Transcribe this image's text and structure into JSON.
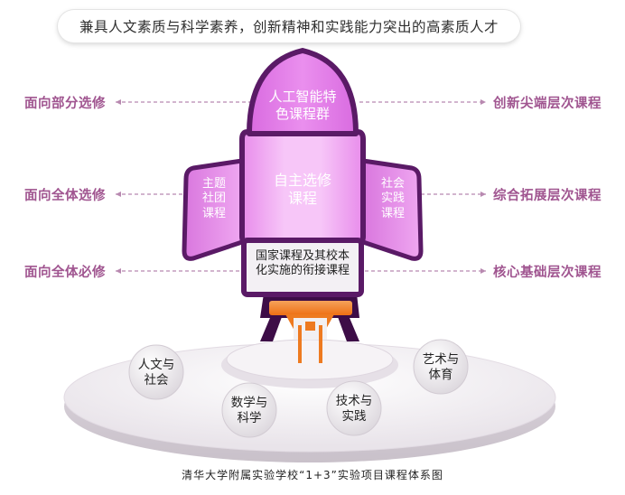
{
  "banner": "兼具人文素质与科学素养，创新精神和实践能力突出的高素质人才",
  "left_labels": [
    "面向部分选修",
    "面向全体选修",
    "面向全体必修"
  ],
  "right_labels": [
    "创新尖端层次课程",
    "综合拓展层次课程",
    "核心基础层次课程"
  ],
  "rocket": {
    "nose": [
      "人工智能特",
      "色课程群"
    ],
    "body": [
      "自主选修",
      "课程"
    ],
    "base": [
      "国家课程及其校本",
      "化实施的衔接课程"
    ],
    "left_wing": [
      "主题",
      "社团",
      "课程"
    ],
    "right_wing": [
      "社会",
      "实践",
      "课程"
    ]
  },
  "circles": [
    [
      "人文与",
      "社会"
    ],
    [
      "数学与",
      "科学"
    ],
    [
      "技术与",
      "实践"
    ],
    [
      "艺术与",
      "体育"
    ]
  ],
  "caption": "清华大学附属实验学校“1+3”实验项目课程体系图",
  "colors": {
    "accent": "#a05590",
    "rocket_light": "#f3b3f6",
    "rocket_mid": "#e58ae9",
    "rocket_dark": "#5a1a66",
    "flame": "#f07a1e"
  }
}
